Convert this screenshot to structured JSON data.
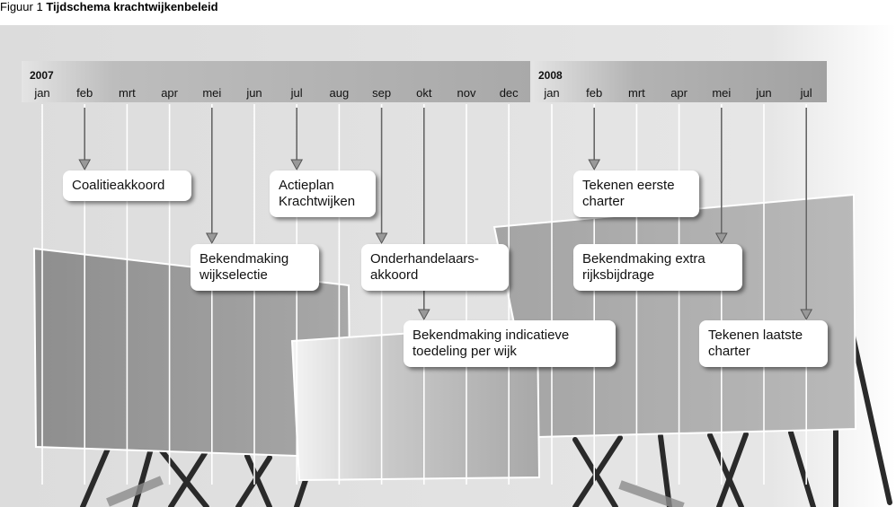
{
  "figure": {
    "prefix": "Figuur 1",
    "title": "Tijdschema krachtwijkenbeleid"
  },
  "timeline": {
    "years": [
      {
        "label": "2007",
        "months": [
          "jan",
          "feb",
          "mrt",
          "apr",
          "mei",
          "jun",
          "jul",
          "aug",
          "sep",
          "okt",
          "nov",
          "dec"
        ]
      },
      {
        "label": "2008",
        "months": [
          "jan",
          "feb",
          "mrt",
          "apr",
          "mei",
          "jun",
          "jul"
        ]
      }
    ]
  },
  "events": [
    {
      "id": "coalitieakkoord",
      "year": "2007",
      "month": "feb",
      "lines": [
        "Coalitieakkoord"
      ]
    },
    {
      "id": "bekendmaking-wijkselectie",
      "year": "2007",
      "month": "mei",
      "lines": [
        "Bekendmaking",
        "wijkselectie"
      ]
    },
    {
      "id": "actieplan-krachtwijken",
      "year": "2007",
      "month": "jul",
      "lines": [
        "Actieplan",
        "Krachtwijken"
      ]
    },
    {
      "id": "onderhandelaarsakkoord",
      "year": "2007",
      "month": "sep",
      "lines": [
        "Onderhandelaars-",
        "akkoord"
      ]
    },
    {
      "id": "bekendmaking-indicatieve-toedeling",
      "year": "2007",
      "month": "okt",
      "lines": [
        "Bekendmaking indicatieve",
        "toedeling per wijk"
      ]
    },
    {
      "id": "tekenen-eerste-charter",
      "year": "2008",
      "month": "feb",
      "lines": [
        "Tekenen eerste",
        "charter"
      ]
    },
    {
      "id": "bekendmaking-extra-rijksbijdrage",
      "year": "2008",
      "month": "mei",
      "lines": [
        "Bekendmaking extra",
        "rijksbijdrage"
      ]
    },
    {
      "id": "tekenen-laatste-charter",
      "year": "2008",
      "month": "jul",
      "lines": [
        "Tekenen laatste",
        "charter"
      ]
    }
  ]
}
